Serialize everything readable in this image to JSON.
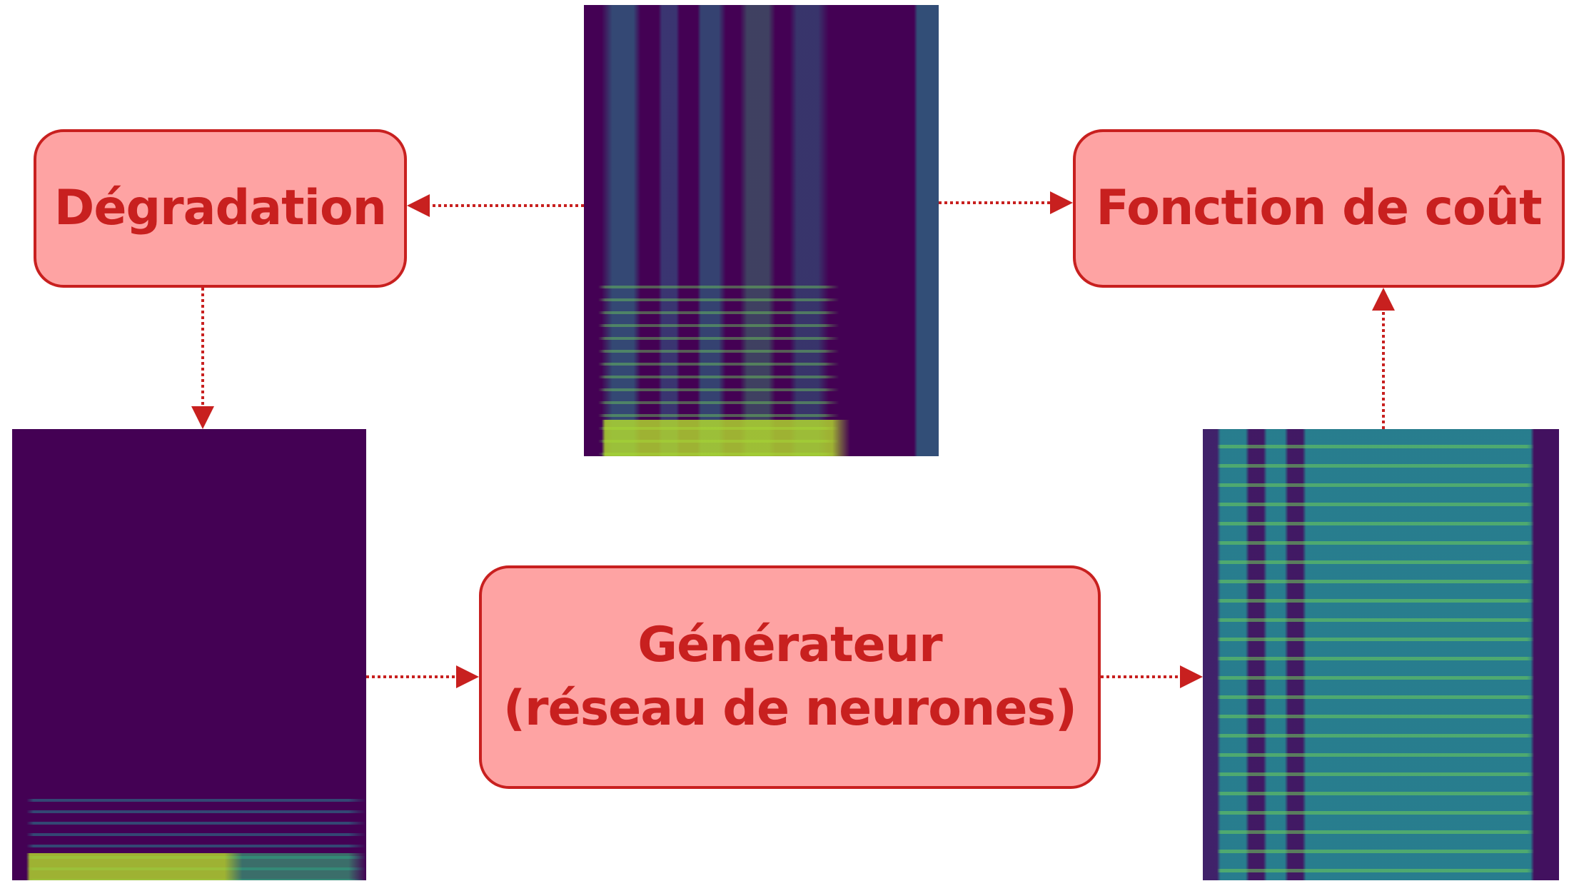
{
  "boxes": {
    "degradation": "Dégradation",
    "cost_function": "Fonction de coût",
    "generator_line1": "Générateur",
    "generator_line2": "(réseau de neurones)"
  },
  "images": {
    "clean": "clean-spectrogram",
    "degraded": "degraded-spectrogram",
    "generated": "generated-spectrogram"
  },
  "colors": {
    "box_fill": "#fea3a3",
    "box_border": "#c8201f",
    "text": "#c8201f",
    "arrow": "#c8201f",
    "spec_bg": "#440154",
    "spec_mid": "#26828e",
    "spec_high": "#b5de2b"
  }
}
